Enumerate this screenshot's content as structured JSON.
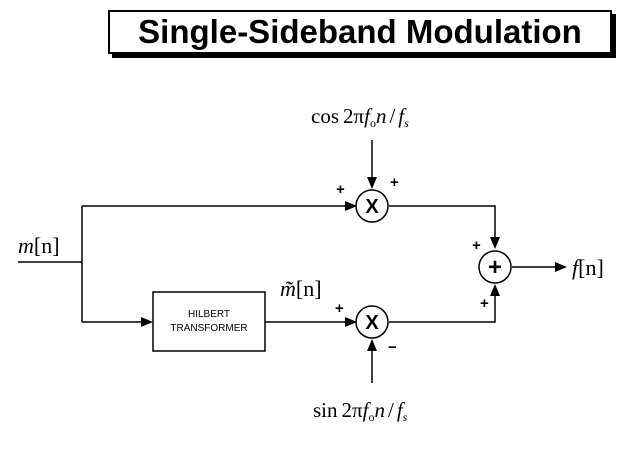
{
  "title": "Single-Sideband Modulation",
  "input_signal": {
    "base": "m",
    "arg": "[n]"
  },
  "hilbert_output": {
    "base": "m̃",
    "arg": "[n]"
  },
  "output_signal": {
    "base": "f",
    "arg": "[n]"
  },
  "cos_carrier": {
    "fn": "cos",
    "two_pi": "2π",
    "f": "f",
    "sub_o": "o",
    "mid": "n",
    "slash": "/",
    "f2": "f",
    "sub_s": "s"
  },
  "sin_carrier": {
    "fn": "sin",
    "two_pi": "2π",
    "f": "f",
    "sub_o": "o",
    "mid": "n",
    "slash": "/",
    "f2": "f",
    "sub_s": "s"
  },
  "hilbert_block": {
    "line1": "HILBERT",
    "line2": "TRANSFORMER"
  },
  "multiplier_symbol": "X",
  "adder_symbol": "+",
  "signs": {
    "top_mult_left": "+",
    "top_mult_top": "+",
    "bottom_mult_left": "+",
    "bottom_mult_bottom": "−",
    "adder_top": "+",
    "adder_bottom": "+"
  }
}
